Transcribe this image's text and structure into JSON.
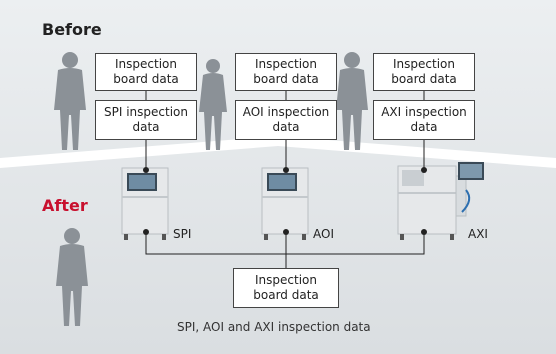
{
  "headings": {
    "before": "Before",
    "after": "After"
  },
  "before_boxes": [
    {
      "line1": "Inspection",
      "line2": "board data"
    },
    {
      "line1": "Inspection",
      "line2": "board data"
    },
    {
      "line1": "Inspection",
      "line2": "board data"
    }
  ],
  "machine_boxes": [
    {
      "line1": "SPI inspection",
      "line2": "data"
    },
    {
      "line1": "AOI inspection",
      "line2": "data"
    },
    {
      "line1": "AXI inspection",
      "line2": "data"
    }
  ],
  "machine_labels": [
    "SPI",
    "AOI",
    "AXI"
  ],
  "after_box": {
    "line1": "Inspection",
    "line2": "board data"
  },
  "caption": "SPI, AOI and AXI inspection data",
  "colors": {
    "background_top": "#e9ecee",
    "background_bottom": "#dde1e4",
    "band": "#ffffff",
    "before_heading": "#222222",
    "after_heading": "#c8102e",
    "silhouette": "#8a9096",
    "connector": "#222222"
  }
}
